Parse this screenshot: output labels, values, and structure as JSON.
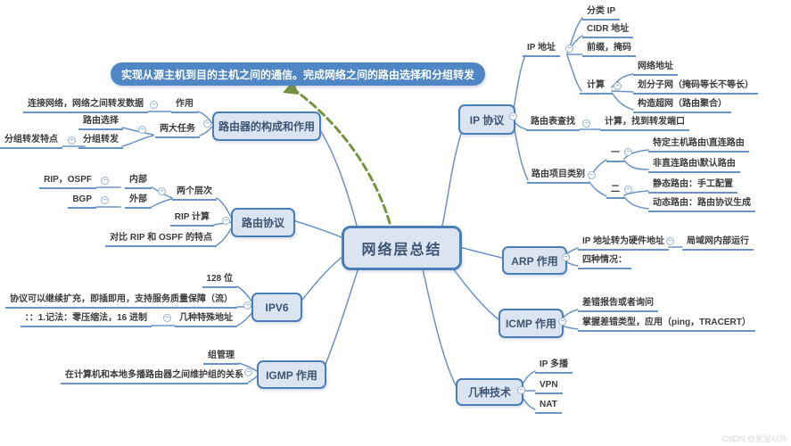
{
  "central": {
    "label": "网络层总结"
  },
  "banner": {
    "label": "实现从源主机到目的主机之间的通信。完成网络之间的路由选择和分组转发"
  },
  "watermark": "CSDN @星星以外",
  "colors": {
    "node_border": "#4a7eb9",
    "node_fill": "#dbe5f2",
    "node_text": "#3d5472",
    "line": "#6a93c6",
    "banner_fill": "#4e86c6",
    "arrow": "#75933f",
    "leaf_text": "#3d3d3d"
  },
  "router": {
    "label": "路由器的构成和作用",
    "role": "作用",
    "role_child": "连接网络，网络之间转发数据",
    "tasks": "两大任务",
    "task_route": "路由选择",
    "task_forward": "分组转发",
    "forward_feature": "分组转发特点"
  },
  "protocol": {
    "label": "路由协议",
    "levels": "两个层次",
    "internal": "内部",
    "internal_child": "RIP，OSPF",
    "external": "外部",
    "external_child": "BGP",
    "rip_calc": "RIP 计算",
    "compare": "对比 RIP 和 OSPF 的特点"
  },
  "ipv6": {
    "label": "IPV6",
    "bits": "128 位",
    "features": "协议可以继续扩充，即插即用，支持服务质量保障（流）",
    "special": "几种特殊地址",
    "special_child": "：：1.记法：零压缩法，16 进制"
  },
  "igmp": {
    "label": "IGMP 作用",
    "group": "组管理",
    "maintain": "在计算机和本地多播路由器之间维护组的关系"
  },
  "ip": {
    "label": "IP 协议",
    "addr": "IP 地址",
    "classified": "分类 IP",
    "cidr": "CIDR 地址",
    "prefix": "前缀，掩码",
    "calc": "计算",
    "net_addr": "网络地址",
    "subnet": "划分子网（掩码等长不等长）",
    "supernet": "构造超网（路由聚合）",
    "lookup": "路由表查找",
    "lookup_child": "计算，找到转发端口",
    "items": "路由项目类别",
    "cat1": "一",
    "cat1_c1": "特定主机路由\\直连路由",
    "cat1_c2": "非直连路由\\默认路由",
    "cat2": "二",
    "cat2_c1": "静态路由：手工配置",
    "cat2_c2": "动态路由：路由协议生成"
  },
  "arp": {
    "label": "ARP 作用",
    "convert": "IP 地址转为硬件地址",
    "lan": "局域网内部运行",
    "four": "四种情况："
  },
  "icmp": {
    "label": "ICMP 作用",
    "error": "差错报告或者询问",
    "types": "掌握差错类型，应用（ping，TRACERT）"
  },
  "tech": {
    "label": "几种技术",
    "multicast": "IP 多播",
    "vpn": "VPN",
    "nat": "NAT"
  }
}
